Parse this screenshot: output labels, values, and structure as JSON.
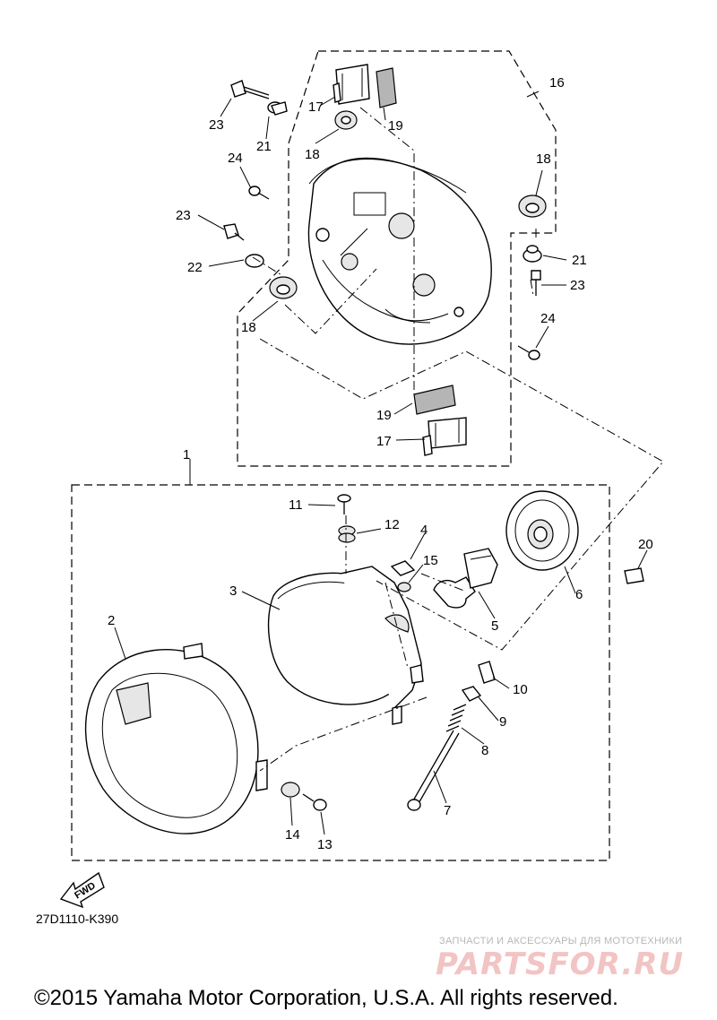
{
  "diagram": {
    "part_labels": {
      "p1": "1",
      "p2": "2",
      "p3": "3",
      "p4": "4",
      "p5": "5",
      "p6": "6",
      "p7": "7",
      "p8": "8",
      "p9": "9",
      "p10": "10",
      "p11": "11",
      "p12": "12",
      "p13": "13",
      "p14": "14",
      "p15": "15",
      "p16": "16",
      "p17a": "17",
      "p17b": "17",
      "p18a": "18",
      "p18b": "18",
      "p18c": "18",
      "p19a": "19",
      "p19b": "19",
      "p20": "20",
      "p21a": "21",
      "p21b": "21",
      "p22": "22",
      "p23a": "23",
      "p23b": "23",
      "p23c": "23",
      "p24a": "24",
      "p24b": "24"
    },
    "fwd_label": "FWD",
    "catalog_code": "27D1110-K390"
  },
  "watermark": {
    "tagline": "ЗАПЧАСТИ И АКСЕССУАРЫ ДЛЯ МОТОТЕХНИКИ",
    "logo": "PARTSFOR.RU"
  },
  "footer": {
    "copyright": "©2015 Yamaha Motor Corporation, U.S.A. All rights reserved."
  }
}
